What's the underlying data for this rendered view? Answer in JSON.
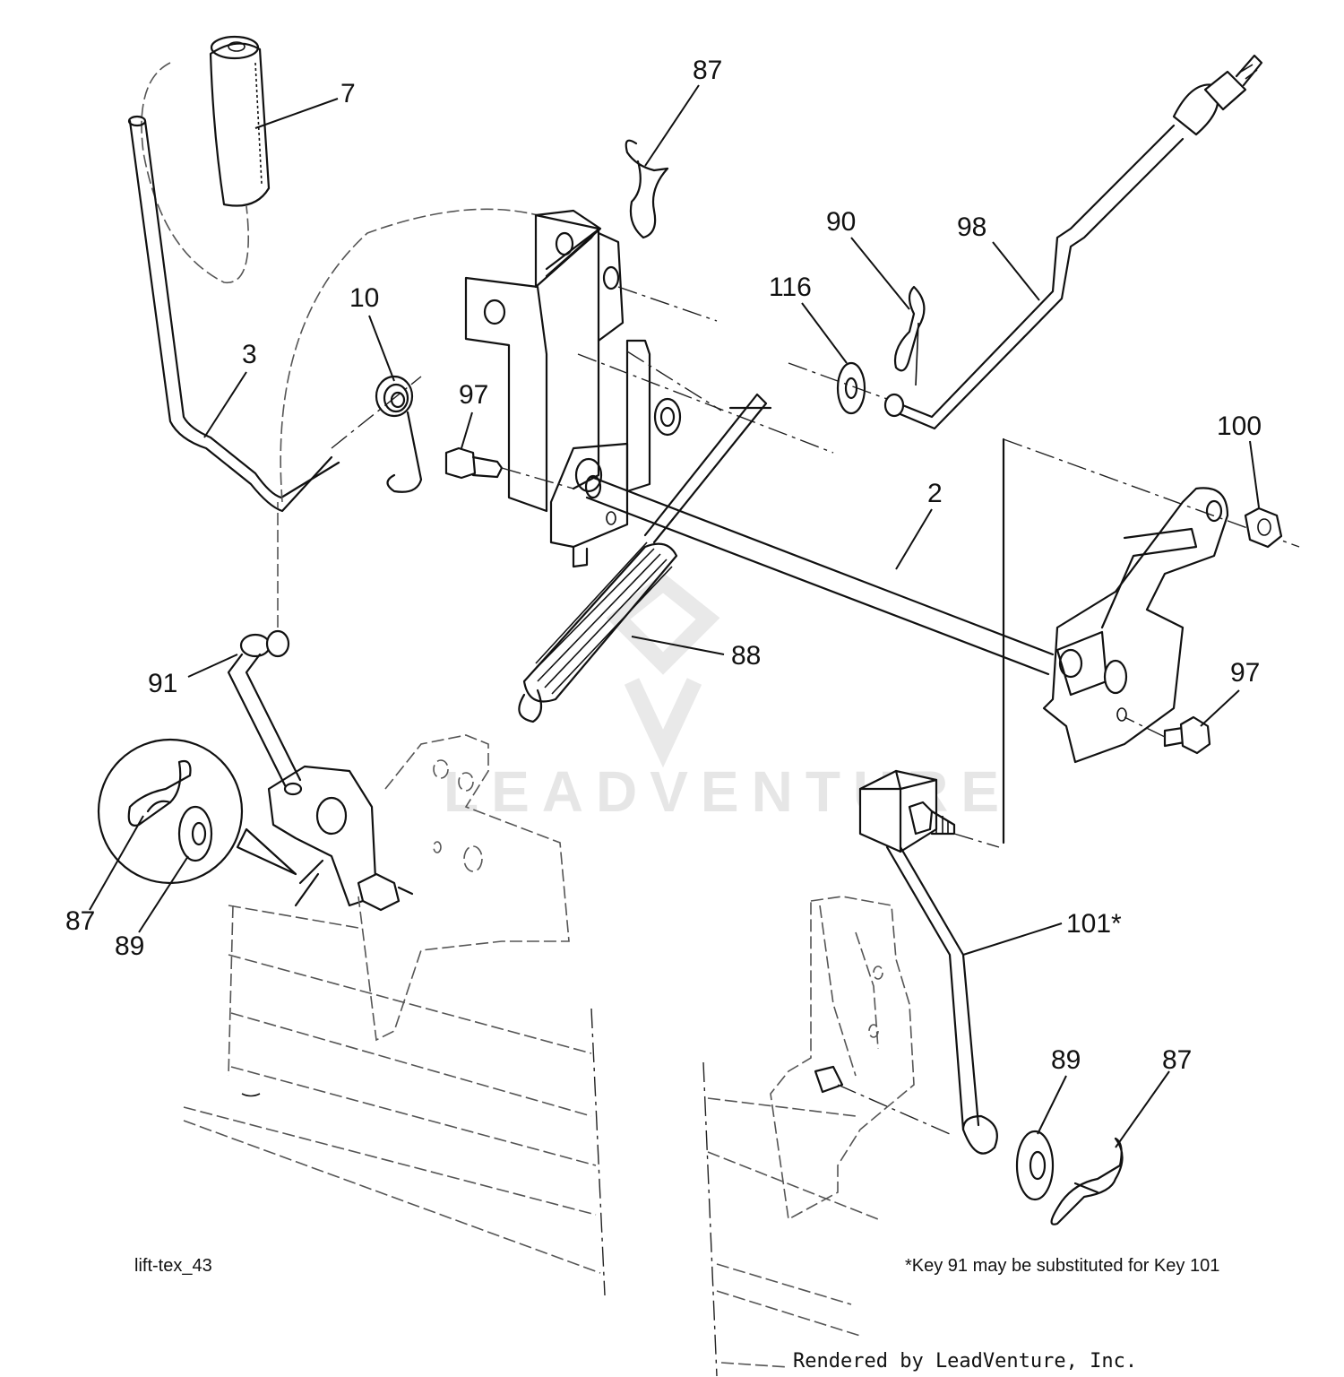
{
  "callouts": {
    "c7": "7",
    "c87_top": "87",
    "c3": "3",
    "c10": "10",
    "c97_left": "97",
    "c90": "90",
    "c116": "116",
    "c98": "98",
    "c100": "100",
    "c2": "2",
    "c88": "88",
    "c91": "91",
    "c97_right": "97",
    "c87_left": "87",
    "c89_left": "89",
    "c101": "101*",
    "c89_right": "89",
    "c87_right": "87"
  },
  "footer": {
    "diagram_id": "lift-tex_43",
    "substitution_note": "*Key 91 may be substituted for Key 101",
    "rendered_by": "Rendered by LeadVenture, Inc."
  },
  "watermark": {
    "text": "LEADVENTURE"
  }
}
